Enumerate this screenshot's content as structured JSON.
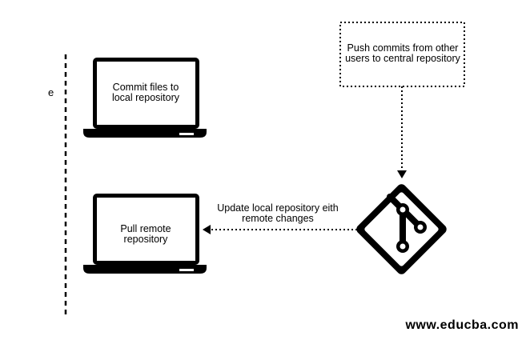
{
  "diagram": {
    "side_letter": "e",
    "laptop_top": {
      "label": "Commit files to local repository"
    },
    "laptop_bottom": {
      "label": "Pull remote repository"
    },
    "push_box": {
      "label": "Push commits from other users to central repository"
    },
    "update_arrow": {
      "label": "Update local repository eith remote changes"
    },
    "central_repo_icon": "git-logo-icon"
  },
  "footer": {
    "site": "www.educba.com"
  }
}
